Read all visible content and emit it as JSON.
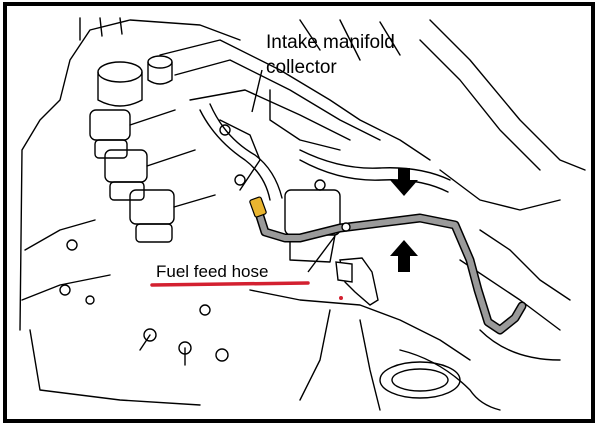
{
  "labels": {
    "manifold_line1": "Intake manifold",
    "manifold_line2": "collector",
    "fuel_hose": "Fuel feed hose"
  },
  "colors": {
    "underline": "#d32030",
    "hose_fill": "#9a9a9a",
    "connector": "#e9b530",
    "line": "#000000"
  }
}
